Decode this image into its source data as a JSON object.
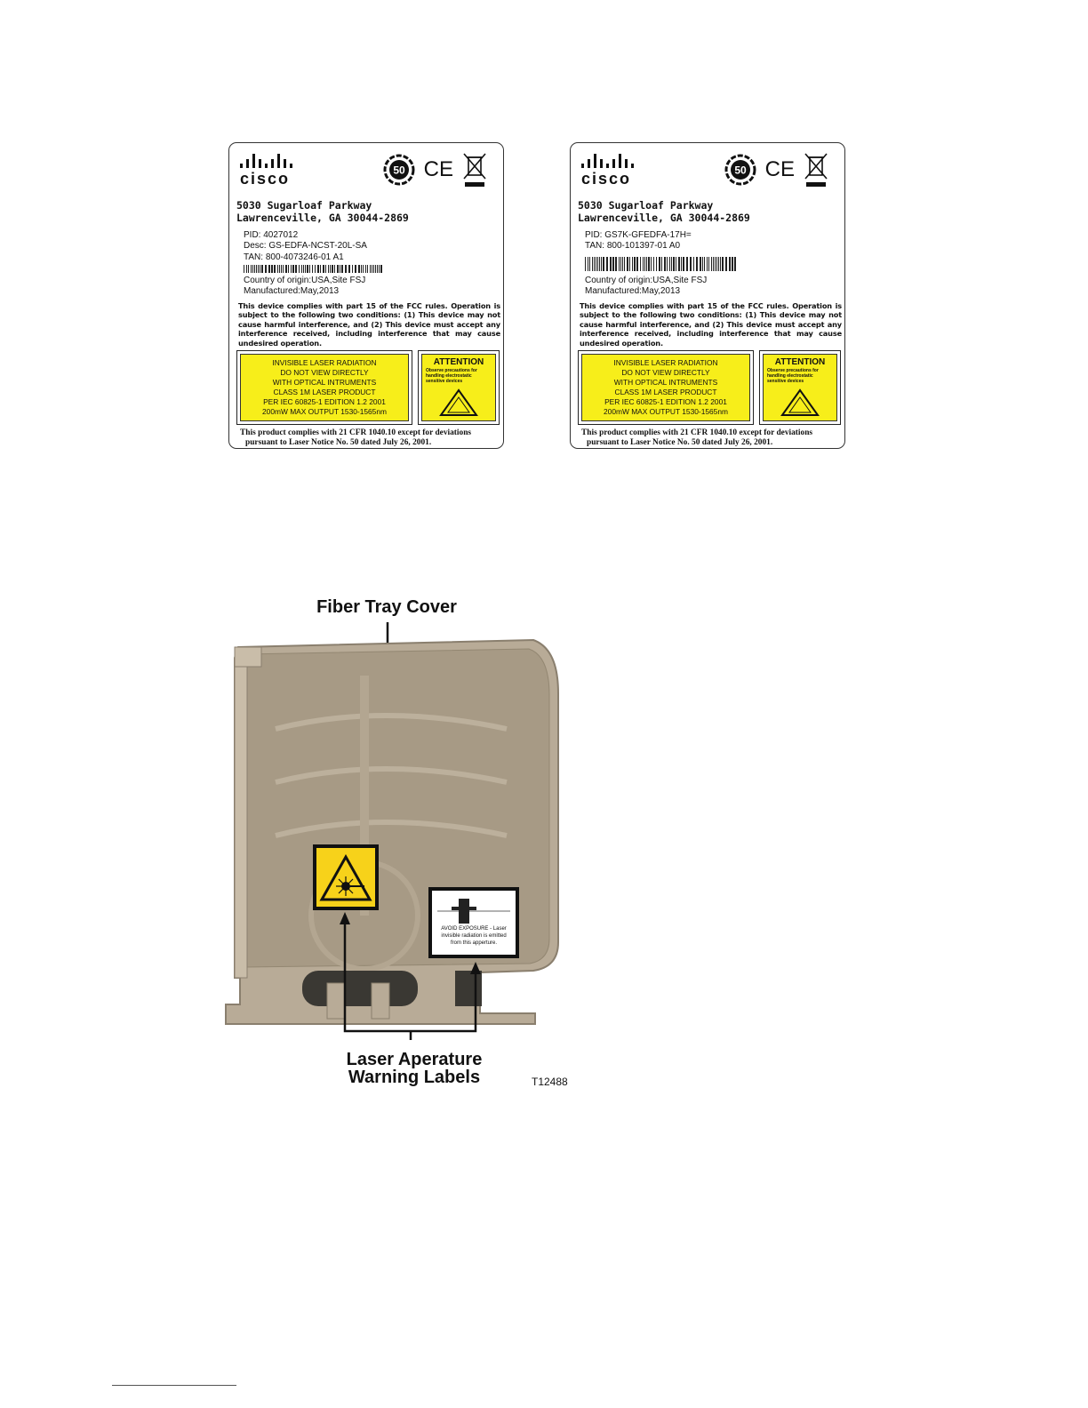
{
  "labels": [
    {
      "brand": "cisco",
      "cert_marks": [
        "50",
        "CE"
      ],
      "address_line1": "5030  Sugarloaf  Parkway",
      "address_line2": "Lawrenceville,  GA  30044-2869",
      "pid": "PID:  4027012",
      "desc": "Desc: GS-EDFA-NCST-20L-SA",
      "tan": "TAN:  800-4073246-01 A1",
      "origin": "Country of origin:USA,Site FSJ",
      "manufactured": "Manufactured:May,2013"
    },
    {
      "brand": "cisco",
      "cert_marks": [
        "50",
        "CE"
      ],
      "address_line1": "5030  Sugarloaf  Parkway",
      "address_line2": "Lawrenceville,  GA  30044-2869",
      "pid": "PID:  GS7K-GFEDFA-17H=",
      "desc": "",
      "tan": "TAN:  800-101397-01 A0",
      "origin": "Country of origin:USA,Site FSJ",
      "manufactured": "Manufactured:May,2013"
    }
  ],
  "fcc_text": "This device complies with part 15 of the FCC rules. Operation is subject to the following two conditions: (1) This device may not cause harmful interference, and (2) This device must accept any interference received, including interference that may cause undesired operation.",
  "laser_warning": [
    "INVISIBLE LASER RADIATION",
    "DO NOT VIEW DIRECTLY",
    "WITH OPTICAL INTRUMENTS",
    "CLASS 1M LASER PRODUCT",
    "PER IEC 60825-1 EDITION 1.2 2001",
    "200mW MAX OUTPUT 1530-1565nm"
  ],
  "attention": {
    "title": "ATTENTION",
    "subtitle": "Observe precautions for handling electrostatic sensitive devices"
  },
  "cfr_line1": "This product complies with 21 CFR 1040.10 except for deviations",
  "cfr_line2": "pursuant to Laser Notice No. 50 dated July 26, 2001.",
  "figure": {
    "top_callout": "Fiber Tray Cover",
    "bottom_callout_line1": "Laser Aperature",
    "bottom_callout_line2": "Warning Labels",
    "figure_id": "T12488",
    "aperture_label_line1": "AVOID EXPOSURE - Laser",
    "aperture_label_line2": "invisible radiation is emitted",
    "aperture_label_line3": "from this apperture."
  }
}
